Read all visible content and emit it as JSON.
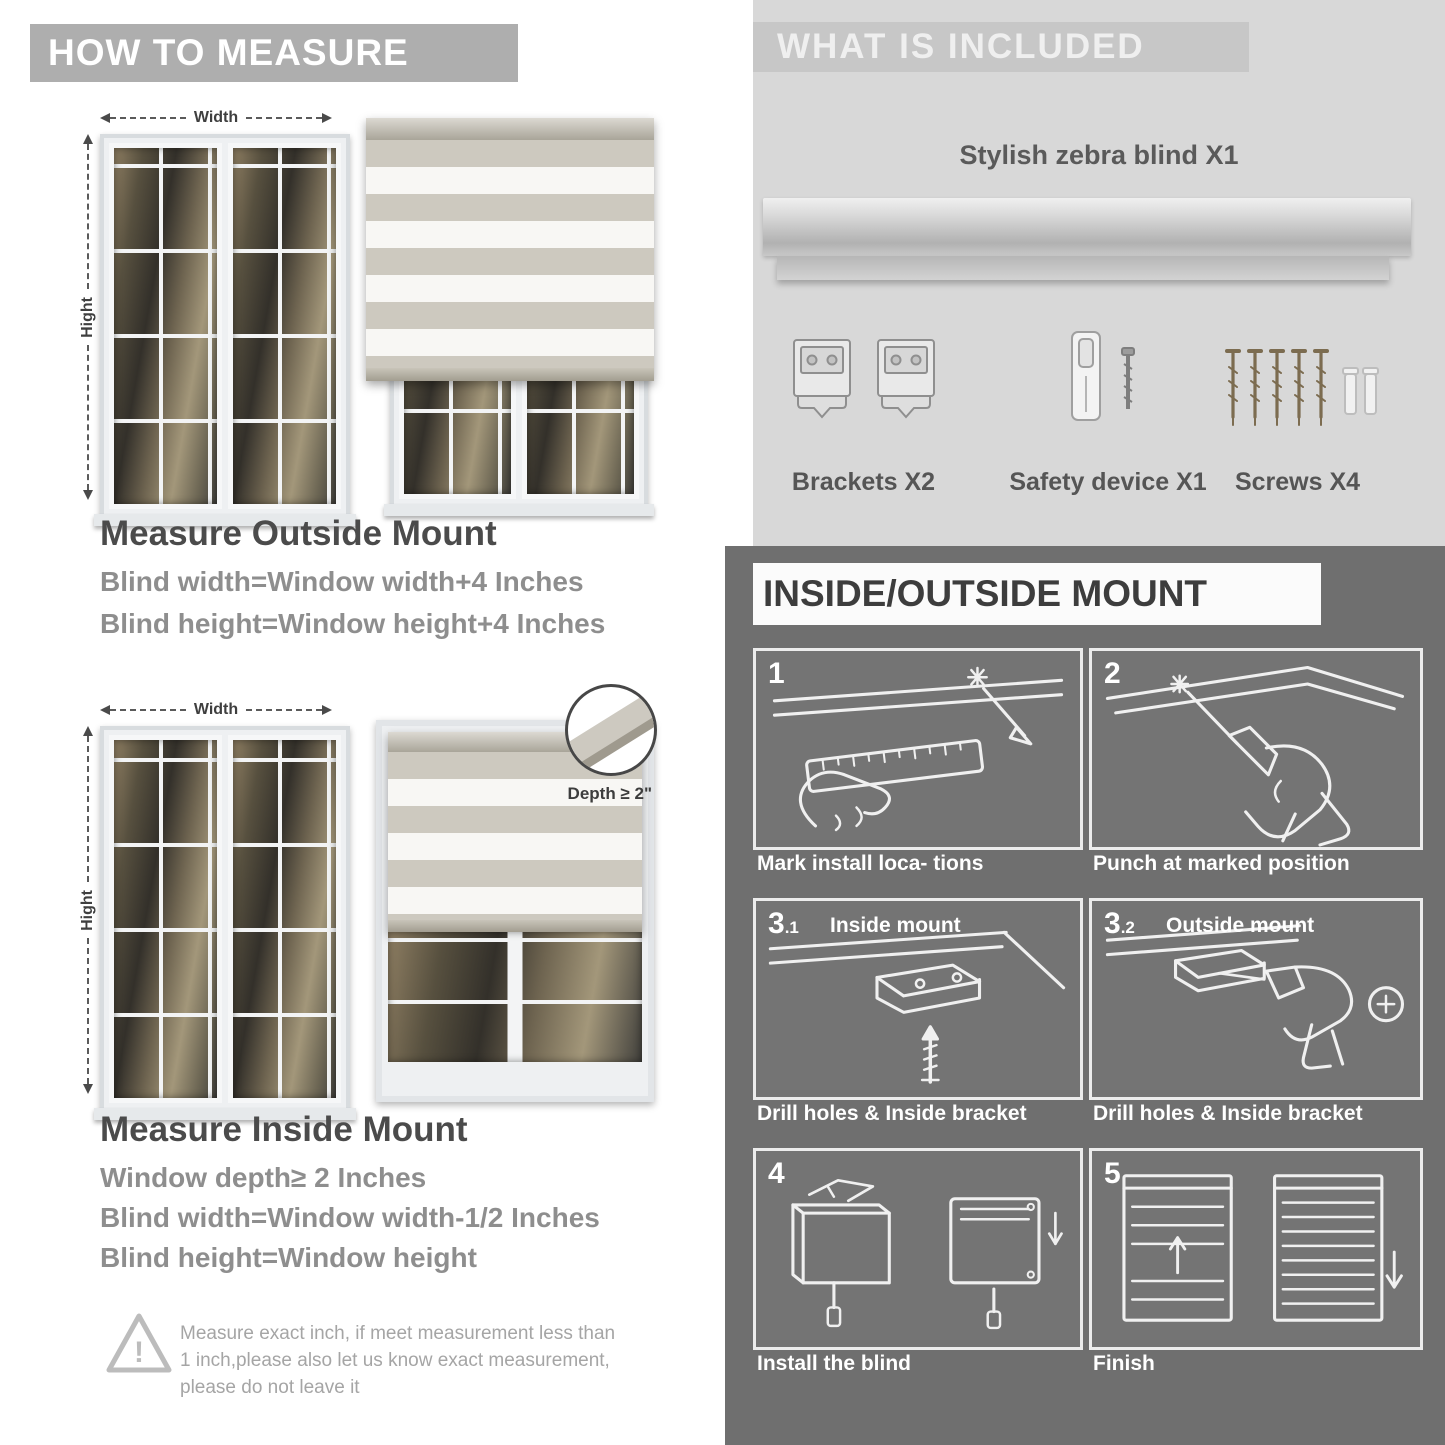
{
  "colors": {
    "banner_gray": "#aeaeae",
    "light_panel": "#d8d8d8",
    "dark_panel": "#6f6f6f",
    "heading_text": "#4b4b4b",
    "body_text": "#8e8e8e"
  },
  "measure": {
    "banner": "HOW TO MEASURE",
    "labels": {
      "width": "Width",
      "height": "Hight",
      "depth": "Depth ≥ 2\""
    },
    "outside": {
      "heading": "Measure Outside Mount",
      "lines": [
        "Blind width=Window width+4 Inches",
        "Blind height=Window height+4 Inches"
      ]
    },
    "inside": {
      "heading": "Measure Inside Mount",
      "lines": [
        "Window depth≥ 2 Inches",
        "Blind width=Window width-1/2 Inches",
        "Blind height=Window height"
      ]
    },
    "note": "Measure exact inch, if meet measurement less than 1 inch,please also let us know exact measurement, please do not leave it"
  },
  "included": {
    "banner": "WHAT IS INCLUDED",
    "product": "Stylish zebra blind X1",
    "items": [
      {
        "label": "Brackets X2"
      },
      {
        "label": "Safety device X1"
      },
      {
        "label": "Screws X4"
      }
    ]
  },
  "mount": {
    "banner": "INSIDE/OUTSIDE MOUNT",
    "steps": [
      {
        "num": "1",
        "sub": "",
        "title": "",
        "caption": "Mark install loca- tions"
      },
      {
        "num": "2",
        "sub": "",
        "title": "",
        "caption": "Punch at  marked position"
      },
      {
        "num": "3",
        "sub": ".1",
        "title": "Inside mount",
        "caption": "Drill holes &  Inside bracket"
      },
      {
        "num": "3",
        "sub": ".2",
        "title": "Outside mount",
        "caption": "Drill holes &  Inside bracket"
      },
      {
        "num": "4",
        "sub": "",
        "title": "",
        "caption": "Install the blind"
      },
      {
        "num": "5",
        "sub": "",
        "title": "",
        "caption": "Finish"
      }
    ]
  }
}
